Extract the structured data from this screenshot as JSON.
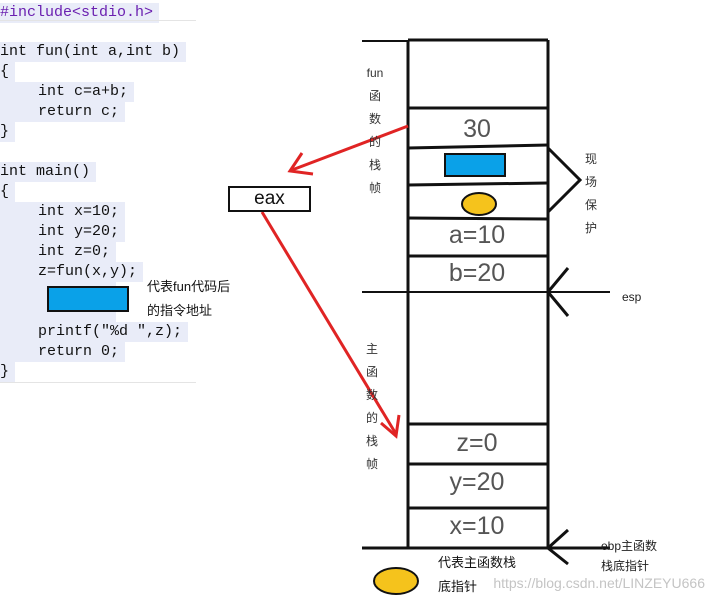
{
  "code": {
    "include": "#include<stdio.h>",
    "fun_sig": "int fun(int a,int b)",
    "brace_open": "{",
    "fun_body1": "int c=a+b;",
    "fun_body2": "return c;",
    "brace_close": "}",
    "main_sig": "int main()",
    "main_open": "{",
    "main_l1": "int x=10;",
    "main_l2": "int y=20;",
    "main_l3": "int z=0;",
    "main_l4": "z=fun(x,y);",
    "main_l5": "printf(\"%d \",z);",
    "main_l6": "return 0;",
    "main_close": "}"
  },
  "note_addr": [
    "代表fun代码后",
    "的指令地址"
  ],
  "fun_frame_label": "fun函数的栈帧",
  "main_frame_label": "主函数的栈帧",
  "scene_label": "现场保护",
  "stack": {
    "s30": "30",
    "a": "a=10",
    "b": "b=20",
    "z": "z=0",
    "y": "y=20",
    "x": "x=10"
  },
  "eax": "eax",
  "esp": "esp",
  "ebp_label": [
    "ebp主函数",
    "栈底指针"
  ],
  "note_bottom": [
    "代表主函数栈",
    "底指针"
  ],
  "watermark": "https://blog.csdn.net/LINZEYU666",
  "colors": {
    "blue_box": "#0aa1e8",
    "yellow": "#f5c31c",
    "arrow": "#e02424"
  }
}
